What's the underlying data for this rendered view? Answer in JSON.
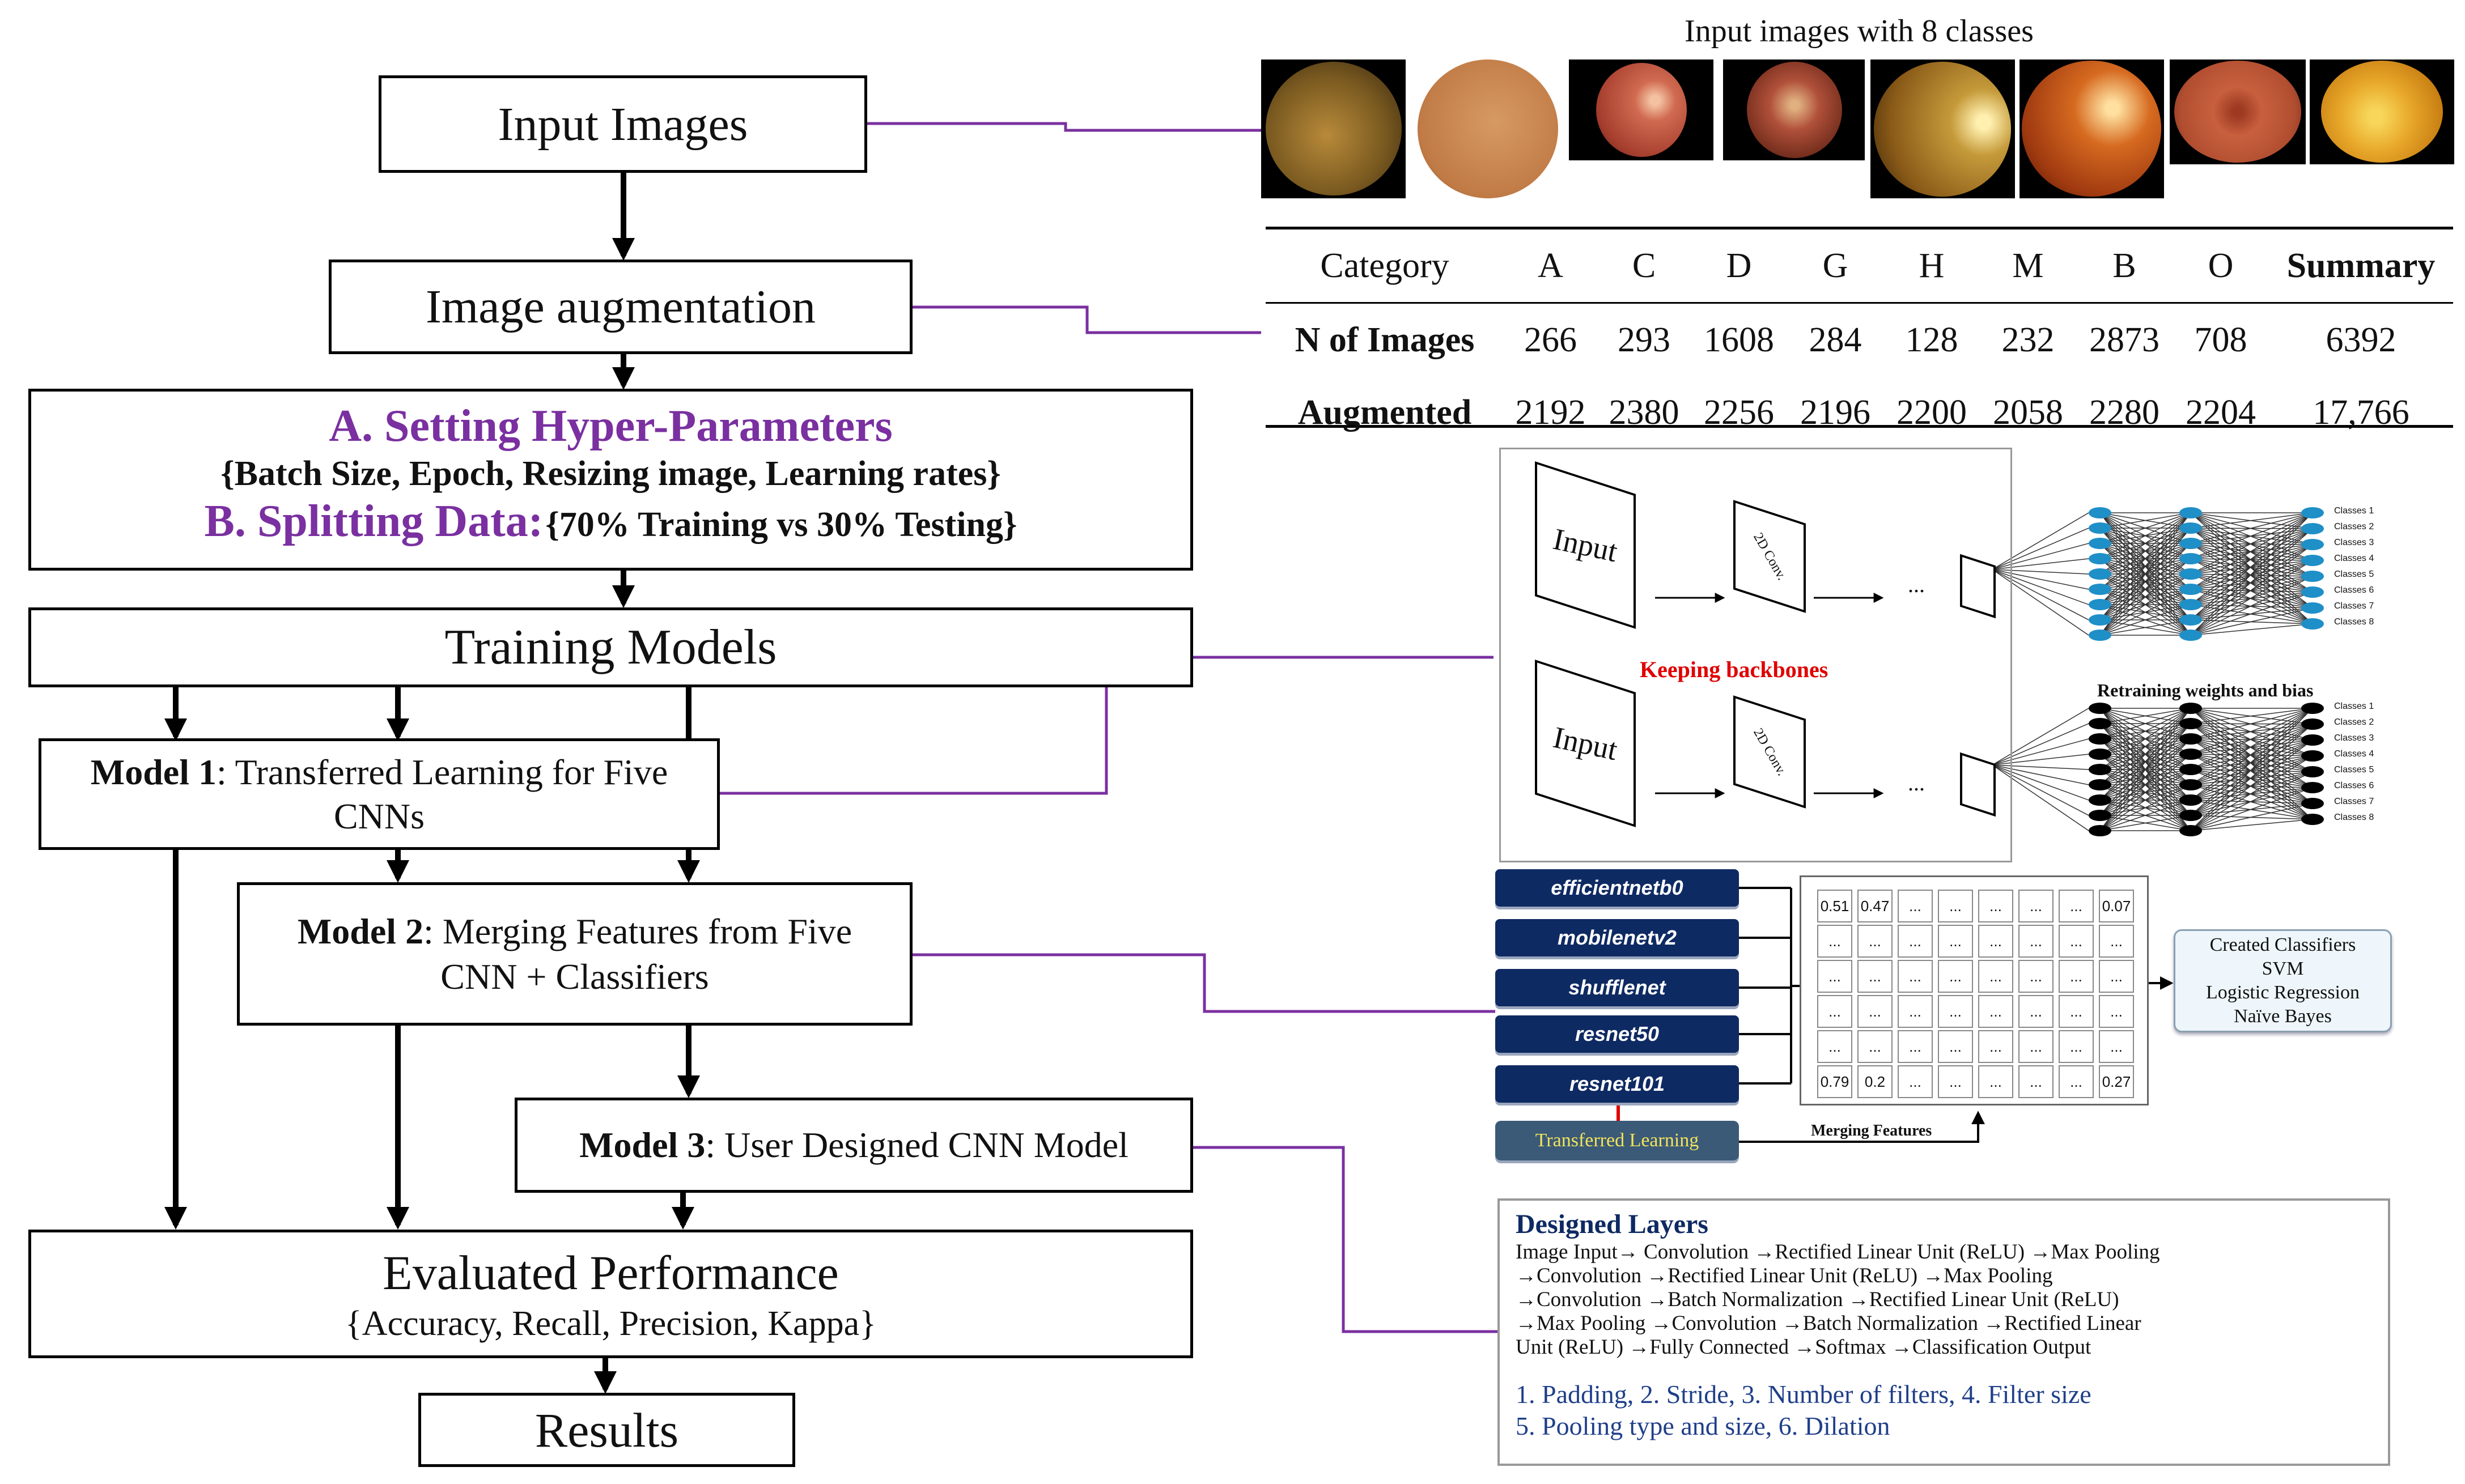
{
  "flow": {
    "input_images": "Input Images",
    "image_augmentation": "Image augmentation",
    "hyper_title": "A. Setting Hyper-Parameters",
    "hyper_list": "{Batch Size, Epoch, Resizing image, Learning rates}",
    "split_title": "B. Splitting Data:",
    "split_detail": "{70% Training vs 30% Testing}",
    "training_models": "Training Models",
    "model1_label": "Model 1",
    "model1_text": ": Transferred Learning for Five CNNs",
    "model2_label": "Model 2",
    "model2_text": ": Merging Features from Five CNN + Classifiers",
    "model3_label": "Model 3",
    "model3_text": ": User Designed CNN Model",
    "evaluated_title": "Evaluated Performance",
    "evaluated_metrics": "{Accuracy, Recall, Precision, Kappa}",
    "results": "Results"
  },
  "images_panel": {
    "title": "Input images with 8 classes",
    "fundus_count": 8
  },
  "category_table": {
    "headers": [
      "Category",
      "A",
      "C",
      "D",
      "G",
      "H",
      "M",
      "B",
      "O",
      "Summary"
    ],
    "rows": [
      {
        "label": "N of Images",
        "values": [
          "266",
          "293",
          "1608",
          "284",
          "128",
          "232",
          "2873",
          "708",
          "6392"
        ]
      },
      {
        "label": "Augmented",
        "values": [
          "2192",
          "2380",
          "2256",
          "2196",
          "2200",
          "2058",
          "2280",
          "2204",
          "17,766"
        ]
      }
    ]
  },
  "transfer_panel": {
    "input_label": "Input",
    "conv_label": "2D Conv.",
    "ellipsis": "...",
    "keeping_backbones": "Keeping backbones",
    "retraining": "Retraining weights and bias",
    "class_labels": [
      "Classes 1",
      "Classes 2",
      "Classes 3",
      "Classes 4",
      "Classes 5",
      "Classes 6",
      "Classes 7",
      "Classes 8"
    ],
    "top_node_color": "#1f8fc8",
    "bottom_node_color": "#000000"
  },
  "merge_panel": {
    "networks": [
      "efficientnetb0",
      "mobilenetv2",
      "shufflenet",
      "resnet50",
      "resnet101"
    ],
    "transferred_learning": "Transferred Learning",
    "merging_features": "Merging Features",
    "matrix_first_row": [
      "0.51",
      "0.47",
      "...",
      "...",
      "...",
      "...",
      "...",
      "0.07"
    ],
    "matrix_last_row": [
      "0.79",
      "0.2",
      "...",
      "...",
      "...",
      "...",
      "...",
      "0.27"
    ],
    "middle_cell": "...",
    "classifiers": [
      "Created Classifiers",
      "SVM",
      "Logistic Regression",
      "Naïve Bayes"
    ]
  },
  "designed_panel": {
    "title": "Designed Layers",
    "sequence_lines": [
      "Image Input→ Convolution →Rectified Linear Unit (ReLU) →Max Pooling",
      "→Convolution →Rectified Linear Unit (ReLU) →Max Pooling",
      "→Convolution →Batch Normalization →Rectified Linear Unit (ReLU)",
      "→Max Pooling →Convolution →Batch Normalization →Rectified Linear",
      "Unit (ReLU) →Fully Connected →Softmax →Classification Output"
    ],
    "params_lines": [
      "1. Padding, 2. Stride, 3. Number of filters, 4. Filter size",
      "5. Pooling type and size, 6. Dilation"
    ]
  },
  "colors": {
    "purple": "#7a30a0",
    "navy": "#0e2a63",
    "param_blue": "#1f3f8a",
    "keeping_red": "#e00000"
  }
}
